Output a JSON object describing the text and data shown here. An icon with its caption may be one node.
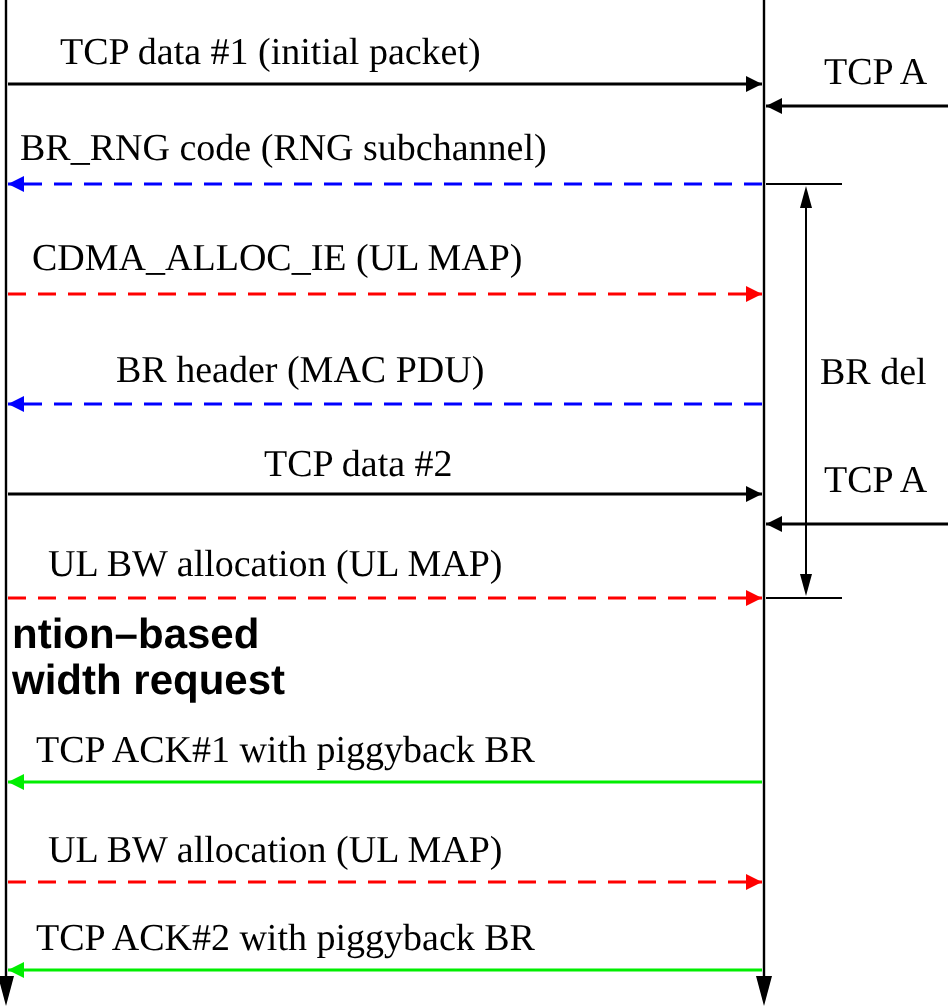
{
  "diagram": {
    "nodes": [
      {
        "text": [],
        "shape": "bar"
      },
      {
        "text": [],
        "shape": "bar"
      }
    ],
    "edges": [
      {
        "from": 0,
        "to": 1,
        "arrow": "to",
        "label": "TCP data #1 (initial packet)"
      },
      {
        "from": null,
        "to": 1,
        "arrow": "to",
        "label": "TCP A"
      },
      {
        "from": 1,
        "to": 0,
        "arrow": "to",
        "label": "BR_RNG code (RNG subchannel)",
        "style": "dashed",
        "color": "#0000ff"
      },
      {
        "from": 0,
        "to": 1,
        "arrow": "to",
        "label": "CDMA_ALLOC_IE (UL MAP)",
        "style": "dashed",
        "color": "#ff0000"
      },
      {
        "from": 1,
        "to": 0,
        "arrow": "to",
        "label": "BR header (MAC PDU)",
        "style": "dashed",
        "color": "#0000ff"
      },
      {
        "from": 0,
        "to": 1,
        "arrow": "to",
        "label": "TCP data #2"
      },
      {
        "from": null,
        "to": 1,
        "arrow": "to",
        "label": "TCP A"
      },
      {
        "from": 0,
        "to": 1,
        "arrow": "to",
        "label": "UL BW allocation (UL MAP)",
        "style": "dashed",
        "color": "#ff0000"
      },
      {
        "from": 1,
        "to": 0,
        "arrow": "to",
        "label": "TCP ACK#1 with piggyback BR",
        "color": "#00ee00"
      },
      {
        "from": 0,
        "to": 1,
        "arrow": "to",
        "label": "UL BW allocation (UL MAP)",
        "style": "dashed",
        "color": "#ff0000"
      },
      {
        "from": 1,
        "to": 0,
        "arrow": "to",
        "label": "TCP ACK#2 with piggyback BR",
        "color": "#00ee00"
      }
    ],
    "labels": [
      "BR del",
      "ntion–based width request"
    ]
  }
}
